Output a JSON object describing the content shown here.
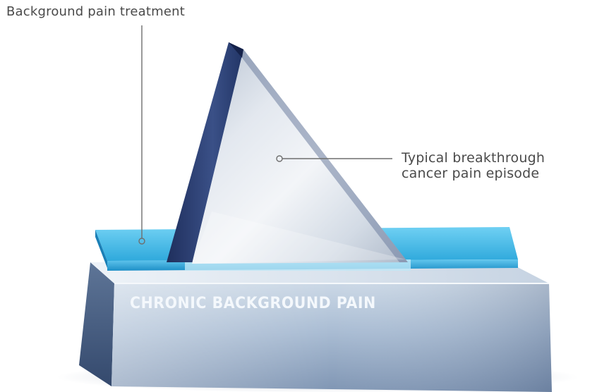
{
  "labels": {
    "background_treatment": "Background pain treatment",
    "breakthrough_line1": "Typical breakthrough",
    "breakthrough_line2": "cancer pain episode",
    "chronic": "CHRONIC BACKGROUND PAIN"
  },
  "colors": {
    "label_text": "#4a4a4a",
    "leader_line": "#6e6e6e",
    "treatment_layer": "#2fb2e3",
    "pedestal_front": "#a8bbd2",
    "pedestal_top": "#dde6f0",
    "peak_light_face": "#e6ebf1",
    "peak_dark_face": "#2c3f72",
    "chronic_text": "#f4f8fc"
  }
}
